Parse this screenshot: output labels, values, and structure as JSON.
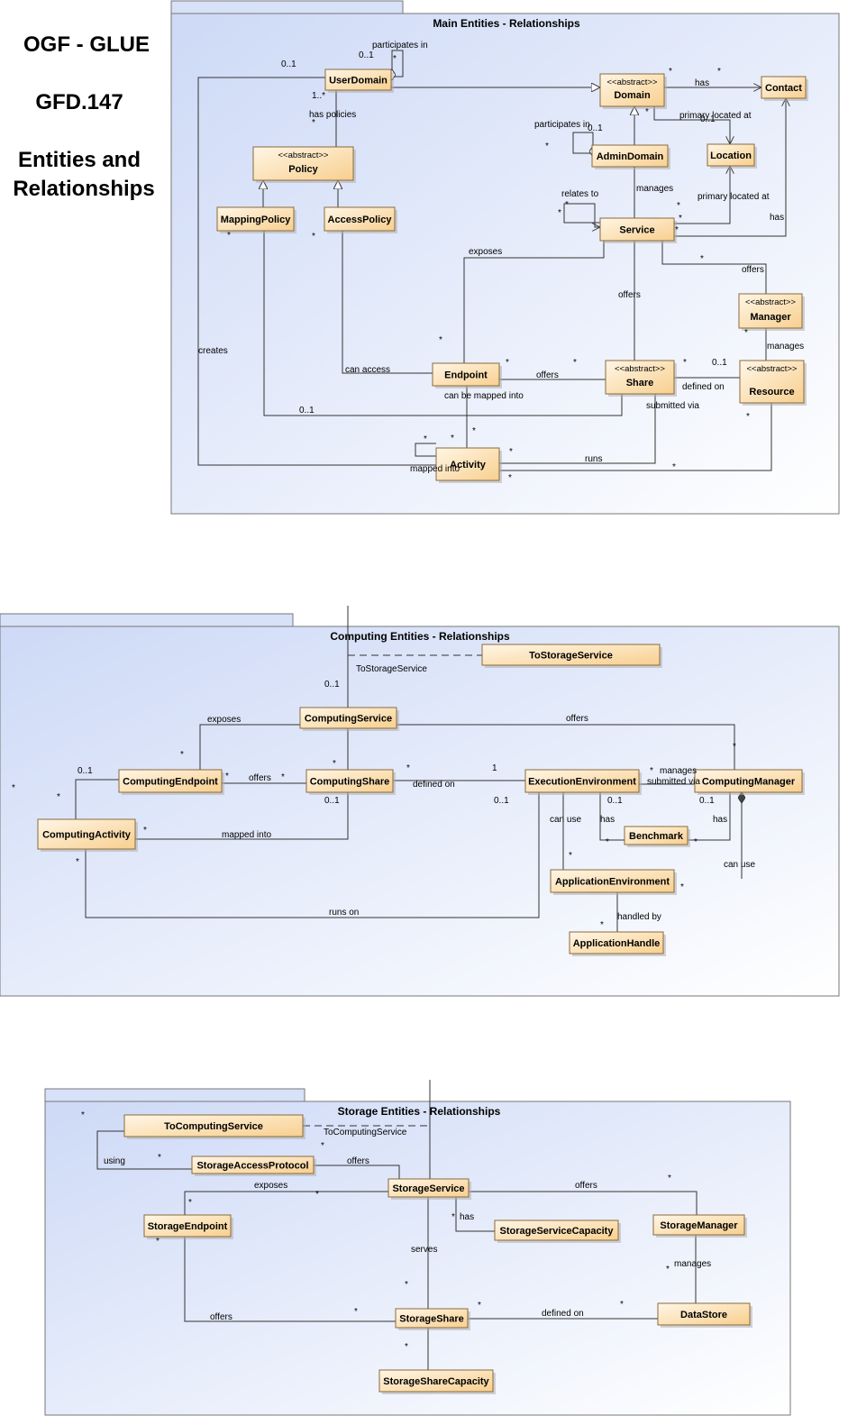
{
  "header": {
    "line1": "OGF - GLUE",
    "line2": "GFD.147",
    "line3": "Entities and",
    "line4": "Relationships"
  },
  "packages": [
    {
      "id": "main",
      "title": "Main Entities - Relationships",
      "classes": [
        {
          "id": "userdomain",
          "name": "UserDomain"
        },
        {
          "id": "domain",
          "stereotype": "<<abstract>>",
          "name": "Domain"
        },
        {
          "id": "contact",
          "name": "Contact"
        },
        {
          "id": "policy",
          "stereotype": "<<abstract>>",
          "name": "Policy"
        },
        {
          "id": "admindomain",
          "name": "AdminDomain"
        },
        {
          "id": "location",
          "name": "Location"
        },
        {
          "id": "mappingpolicy",
          "name": "MappingPolicy"
        },
        {
          "id": "accesspolicy",
          "name": "AccessPolicy"
        },
        {
          "id": "service",
          "name": "Service"
        },
        {
          "id": "manager",
          "stereotype": "<<abstract>>",
          "name": "Manager"
        },
        {
          "id": "endpoint",
          "name": "Endpoint"
        },
        {
          "id": "share",
          "stereotype": "<<abstract>>",
          "name": "Share"
        },
        {
          "id": "resource",
          "stereotype": "<<abstract>>",
          "name": "Resource"
        },
        {
          "id": "activity",
          "name": "Activity"
        }
      ],
      "labels": [
        "participates in",
        "0..1",
        "*",
        "0..1",
        "1..*",
        "has policies",
        "*",
        "has",
        "*",
        "*",
        "participates in",
        "0..1",
        "*",
        "primary located at",
        "0..1",
        "*",
        "manages",
        "relates to",
        "*",
        "*",
        "primary located at",
        "*",
        "has",
        "*",
        "*",
        "exposes",
        "offers",
        "*",
        "offers",
        "*",
        "*",
        "manages",
        "creates",
        "*",
        "can access",
        "*",
        "offers",
        "*",
        "defined on",
        "*",
        "0..1",
        "can be mapped into",
        "0..1",
        "submitted via",
        "*",
        "*",
        "*",
        "*",
        "mapped into",
        "runs",
        "*",
        "*",
        "*",
        "*"
      ]
    },
    {
      "id": "computing",
      "title": "Computing Entities - Relationships",
      "classes": [
        {
          "id": "tostorageservice",
          "name": "ToStorageService"
        },
        {
          "id": "computingservice",
          "name": "ComputingService"
        },
        {
          "id": "computingendpoint",
          "name": "ComputingEndpoint"
        },
        {
          "id": "computingshare",
          "name": "ComputingShare"
        },
        {
          "id": "executionenvironment",
          "name": "ExecutionEnvironment"
        },
        {
          "id": "computingmanager",
          "name": "ComputingManager"
        },
        {
          "id": "computingactivity",
          "name": "ComputingActivity"
        },
        {
          "id": "benchmark",
          "name": "Benchmark"
        },
        {
          "id": "applicationenvironment",
          "name": "ApplicationEnvironment"
        },
        {
          "id": "applicationhandle",
          "name": "ApplicationHandle"
        }
      ],
      "labels": [
        "ToStorageService",
        "0..1",
        "exposes",
        "offers",
        "*",
        "*",
        "0..1",
        "*",
        "offers",
        "*",
        "*",
        "defined on",
        "*",
        "1",
        "*",
        "manages",
        "submitted via",
        "*",
        "*",
        "0..1",
        "0..1",
        "0..1",
        "0..1",
        "*",
        "mapped into",
        "can use",
        "has",
        "has",
        "*",
        "*",
        "*",
        "can use",
        "*",
        "runs on",
        "*",
        "handled by",
        "*"
      ]
    },
    {
      "id": "storage",
      "title": "Storage Entities - Relationships",
      "classes": [
        {
          "id": "tocomputingservice",
          "name": "ToComputingService"
        },
        {
          "id": "storageaccessprotocol",
          "name": "StorageAccessProtocol"
        },
        {
          "id": "storageservice",
          "name": "StorageService"
        },
        {
          "id": "storageendpoint",
          "name": "StorageEndpoint"
        },
        {
          "id": "storageservicecapacity",
          "name": "StorageServiceCapacity"
        },
        {
          "id": "storagemanager",
          "name": "StorageManager"
        },
        {
          "id": "storageshare",
          "name": "StorageShare"
        },
        {
          "id": "datastore",
          "name": "DataStore"
        },
        {
          "id": "storagesharecapacity",
          "name": "StorageShareCapacity"
        }
      ],
      "labels": [
        "*",
        "ToComputingService",
        "*",
        "using",
        "*",
        "offers",
        "exposes",
        "offers",
        "*",
        "*",
        "*",
        "has",
        "serves",
        "*",
        "manages",
        "*",
        "*",
        "offers",
        "*",
        "*",
        "defined on",
        "*",
        "*",
        "*"
      ]
    }
  ]
}
